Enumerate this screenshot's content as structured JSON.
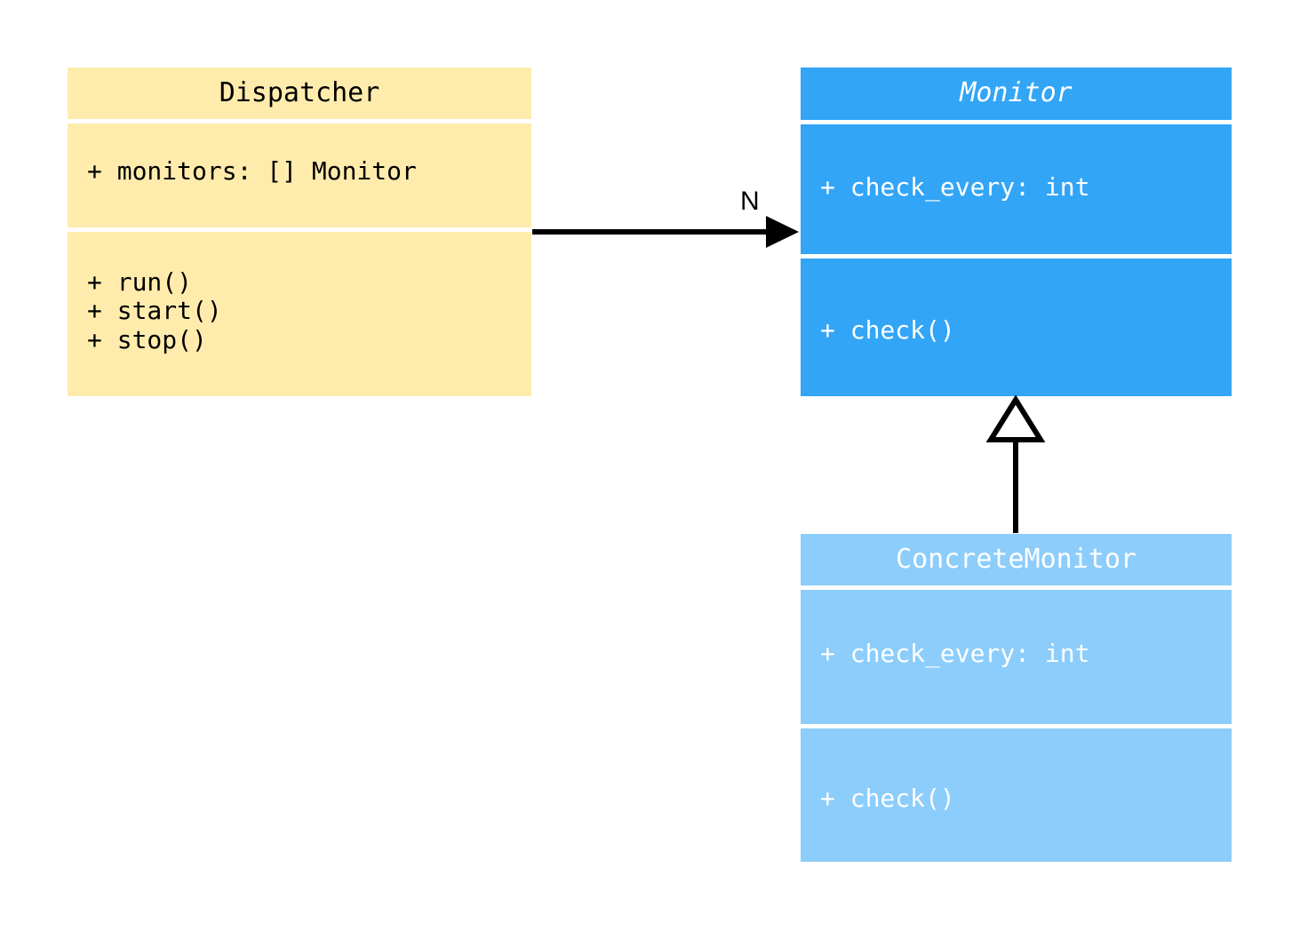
{
  "diagram": {
    "type": "uml-class-diagram",
    "background": "#ffffff",
    "classes": [
      {
        "id": "dispatcher",
        "name": "Dispatcher",
        "abstract": false,
        "fill": "#ffecad",
        "text_color": "#000000",
        "attributes": [
          "+ monitors: [] Monitor"
        ],
        "methods": [
          "+ run()",
          "+ start()",
          "+ stop()"
        ]
      },
      {
        "id": "monitor",
        "name": "Monitor",
        "abstract": true,
        "fill": "#33a5f7",
        "text_color": "#ffffff",
        "attributes": [
          "+ check_every: int"
        ],
        "methods": [
          "+ check()"
        ]
      },
      {
        "id": "concrete_monitor",
        "name": "ConcreteMonitor",
        "abstract": false,
        "fill": "#8ccdfb",
        "text_color": "#ffffff",
        "attributes": [
          "+ check_every: int"
        ],
        "methods": [
          "+ check()"
        ]
      }
    ],
    "relationships": [
      {
        "id": "dispatcher-monitor",
        "kind": "association",
        "from": "Dispatcher",
        "to": "Monitor",
        "multiplicity_label": "N",
        "arrow": "filled-arrowhead",
        "line_color": "#000000"
      },
      {
        "id": "concrete-monitor-inherits-monitor",
        "kind": "generalization",
        "from": "ConcreteMonitor",
        "to": "Monitor",
        "multiplicity_label": "",
        "arrow": "hollow-triangle",
        "line_color": "#000000"
      }
    ]
  }
}
